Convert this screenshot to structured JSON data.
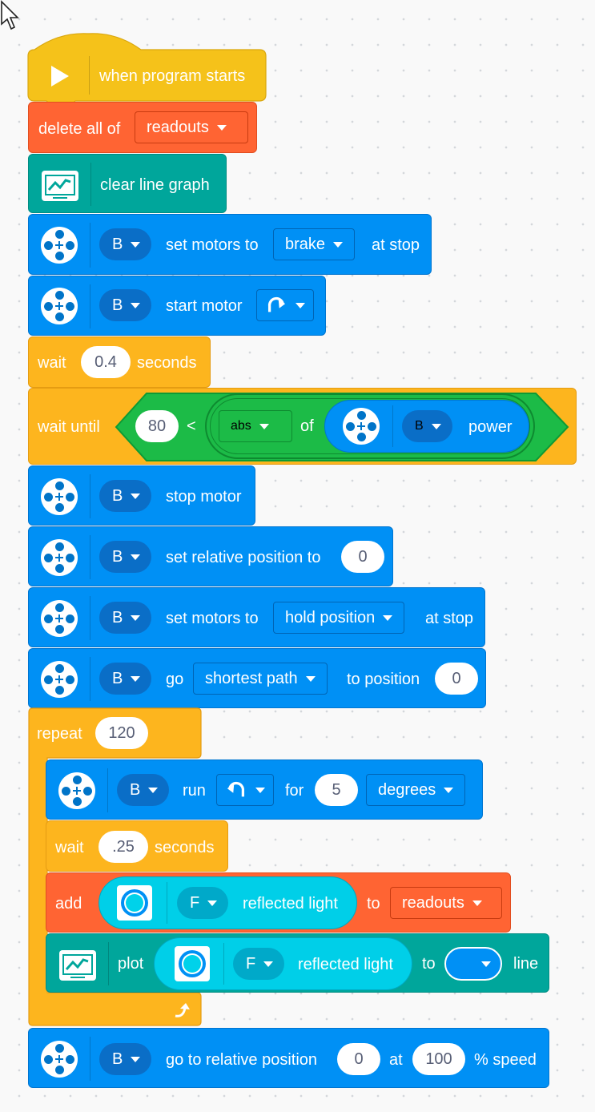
{
  "colors": {
    "events": "#f5c21a",
    "control": "#fdb51e",
    "variables": "#ff6433",
    "line_graph": "#00a69b",
    "motors": "#0090f5",
    "operators": "#1cbb47",
    "sensors": "#00cfe8"
  },
  "blocks": {
    "start": {
      "icon": "play-icon",
      "label": "when program starts"
    },
    "delete_all": {
      "label": "delete all of",
      "list": "readouts"
    },
    "clear_graph": {
      "icon": "line-graph-icon",
      "label": "clear line graph"
    },
    "set_stop_brake": {
      "icon": "motor-icon",
      "port": "B",
      "label": "set motors to",
      "mode": "brake",
      "suffix": "at stop"
    },
    "start_motor": {
      "icon": "motor-icon",
      "port": "B",
      "label": "start motor",
      "direction_icon": "clockwise-arrow-icon"
    },
    "wait1": {
      "label": "wait",
      "value": "0.4",
      "suffix": "seconds"
    },
    "wait_until": {
      "label": "wait until",
      "left": "80",
      "op": "<",
      "func": "abs",
      "of": "of",
      "icon": "motor-icon",
      "port": "B",
      "prop": "power"
    },
    "stop_motor": {
      "icon": "motor-icon",
      "port": "B",
      "label": "stop motor"
    },
    "set_rel": {
      "icon": "motor-icon",
      "port": "B",
      "label": "set relative position to",
      "value": "0"
    },
    "set_stop_hold": {
      "icon": "motor-icon",
      "port": "B",
      "label": "set motors to",
      "mode": "hold position",
      "suffix": "at stop"
    },
    "go_to_pos": {
      "icon": "motor-icon",
      "port": "B",
      "label": "go",
      "path": "shortest path",
      "to": "to position",
      "value": "0"
    },
    "repeat": {
      "label": "repeat",
      "count": "120",
      "loop_icon": "loop-arrow-icon"
    },
    "run_for": {
      "icon": "motor-icon",
      "port": "B",
      "label": "run",
      "direction_icon": "counterclockwise-arrow-icon",
      "for": "for",
      "value": "5",
      "unit": "degrees"
    },
    "wait2": {
      "label": "wait",
      "value": ".25",
      "suffix": "seconds"
    },
    "add": {
      "label": "add",
      "icon": "color-sensor-icon",
      "port": "F",
      "reporter": "reflected light",
      "to": "to",
      "list": "readouts"
    },
    "plot": {
      "icon": "line-graph-icon",
      "label": "plot",
      "sensor_icon": "color-sensor-icon",
      "port": "F",
      "reporter": "reflected light",
      "to": "to",
      "line_color": "#0090f5",
      "suffix": "line"
    },
    "go_rel": {
      "icon": "motor-icon",
      "port": "B",
      "label": "go to relative position",
      "value": "0",
      "at": "at",
      "speed": "100",
      "suffix": "% speed"
    }
  }
}
